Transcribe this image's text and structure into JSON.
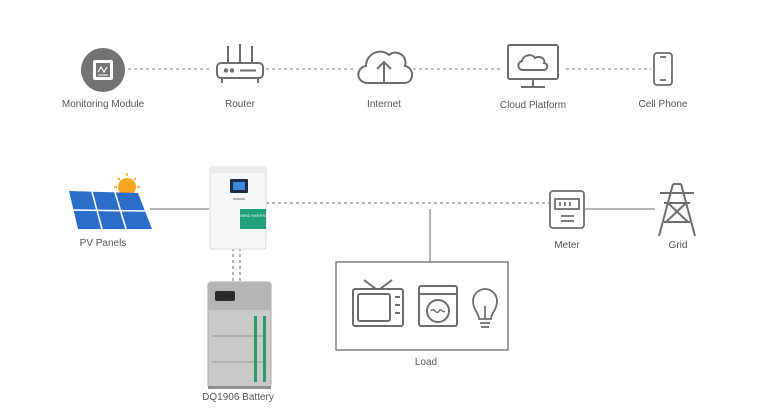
{
  "top_row": {
    "monitoring_module": "Monitoring Module",
    "router": "Router",
    "internet": "Internet",
    "cloud_platform": "Cloud Platform",
    "cell_phone": "Cell Phone"
  },
  "bottom": {
    "pv_panels": "PV Panels",
    "meter": "Meter",
    "grid": "Grid",
    "load": "Load",
    "battery": "DQ1906 Battery"
  },
  "inverter_panel_text": "HYBRID INVERTER",
  "colors": {
    "line": "#888888",
    "icon": "#6d6d6d",
    "panel_blue": "#2a6ec9",
    "sun": "#f5a623",
    "inverter_green": "#1fa07a"
  }
}
